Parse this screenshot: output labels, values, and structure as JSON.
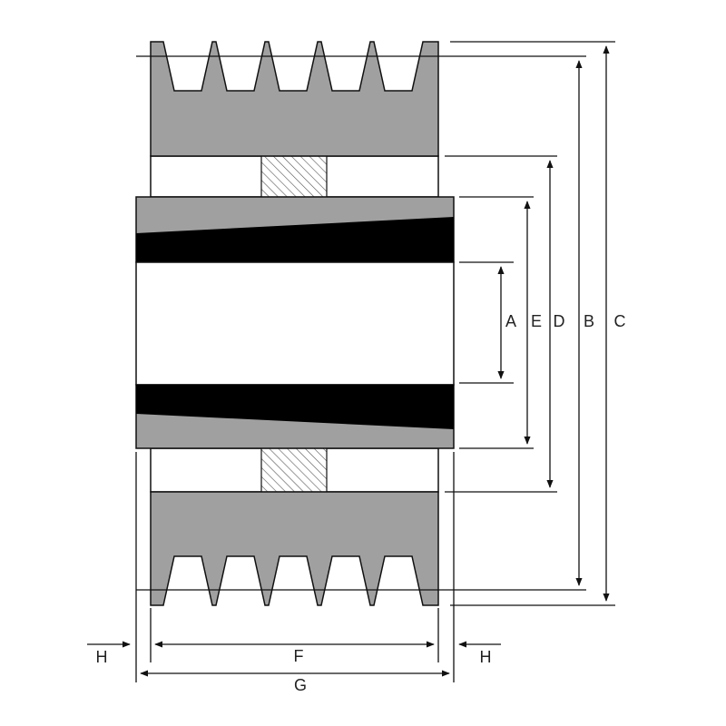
{
  "labels": {
    "A": "A",
    "E": "E",
    "D": "D",
    "B": "B",
    "C": "C",
    "F": "F",
    "G": "G",
    "H_left": "H",
    "H_right": "H"
  },
  "colors": {
    "pulley_body": "#a0a0a0",
    "bushing_body": "#a0a0a0",
    "bushing_dark": "#000000",
    "bore": "#ffffff",
    "outline": "#111111",
    "hatch": "#555555"
  },
  "groove_count": 5
}
